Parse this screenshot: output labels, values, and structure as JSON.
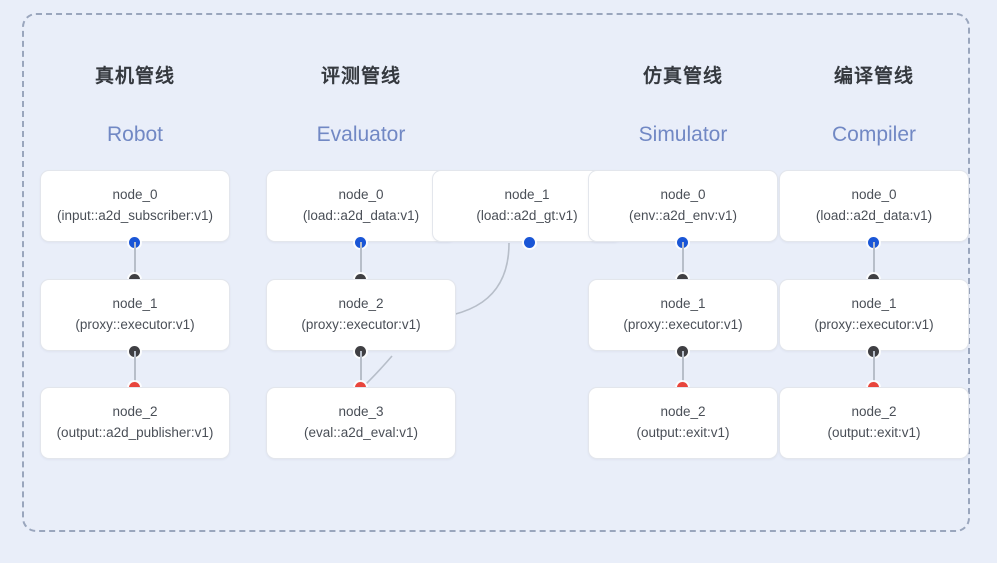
{
  "diagram": {
    "frame": {
      "style": "dashed-rounded-container",
      "border_color": "#9aa6bd"
    },
    "background_color": "#e9eef9",
    "colors": {
      "accent_blue": "#1a56d6",
      "accent_red": "#e8453c",
      "connector_gray": "#3f3f43",
      "line_gray": "#b7bec9",
      "title_en_color": "#7188c4",
      "title_cn_color": "#35393f",
      "node_bg": "#ffffff",
      "node_border": "#e3e6ec"
    },
    "columns": [
      {
        "title_cn": "真机管线",
        "title_en": "Robot",
        "nodes": [
          {
            "name": "node_0",
            "type": "(input::a2d_subscriber:v1)",
            "out_dot": "blue"
          },
          {
            "name": "node_1",
            "type": "(proxy::executor:v1)",
            "in_dot": "gray",
            "out_dot": "gray"
          },
          {
            "name": "node_2",
            "type": "(output::a2d_publisher:v1)",
            "in_dot": "red"
          }
        ]
      },
      {
        "title_cn": "评测管线",
        "title_en": "Evaluator",
        "nodes": [
          {
            "name": "node_0",
            "type": "(load::a2d_data:v1)",
            "out_dot": "blue"
          },
          {
            "name": "node_1",
            "type": "(load::a2d_gt:v1)",
            "out_dot": "blue"
          },
          {
            "name": "node_2",
            "type": "(proxy::executor:v1)",
            "in_dot": "gray",
            "out_dot": "gray"
          },
          {
            "name": "node_3",
            "type": "(eval::a2d_eval:v1)",
            "in_dot": "red"
          }
        ]
      },
      {
        "title_cn": "仿真管线",
        "title_en": "Simulator",
        "nodes": [
          {
            "name": "node_0",
            "type": "(env::a2d_env:v1)",
            "out_dot": "blue"
          },
          {
            "name": "node_1",
            "type": "(proxy::executor:v1)",
            "in_dot": "gray",
            "out_dot": "gray"
          },
          {
            "name": "node_2",
            "type": "(output::exit:v1)",
            "in_dot": "red"
          }
        ]
      },
      {
        "title_cn": "编译管线",
        "title_en": "Compiler",
        "nodes": [
          {
            "name": "node_0",
            "type": "(load::a2d_data:v1)",
            "out_dot": "blue"
          },
          {
            "name": "node_1",
            "type": "(proxy::executor:v1)",
            "in_dot": "gray",
            "out_dot": "gray"
          },
          {
            "name": "node_2",
            "type": "(output::exit:v1)",
            "in_dot": "red"
          }
        ]
      }
    ]
  }
}
